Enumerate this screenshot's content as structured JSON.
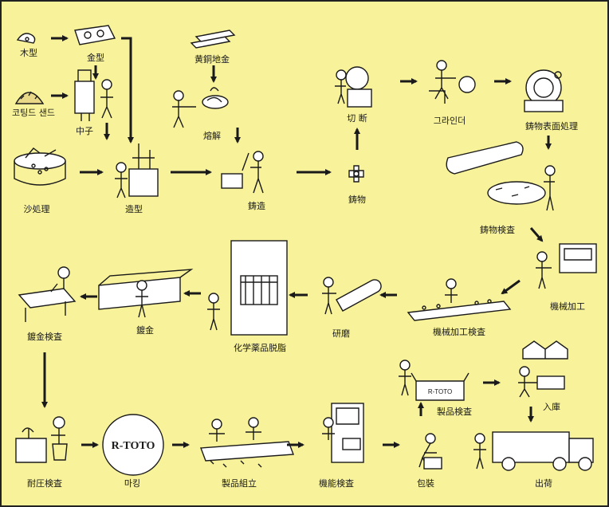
{
  "colors": {
    "background": "#f8f39a",
    "ink": "#1a1a1a",
    "accent": "#7a6a55"
  },
  "steps": {
    "wood_pattern": "木型",
    "metal_pattern": "金型",
    "coated_sand": "코팅드 샌드",
    "core": "中子",
    "sand_treatment": "沙処理",
    "molding": "造型",
    "brass_ingot": "黄銅地金",
    "melting": "熔解",
    "pouring": "鋳造",
    "cutting": "切 断",
    "grinder": "그라인더",
    "surface_treatment": "鋳物表面処理",
    "casting": "鋳物",
    "casting_inspection": "鋳物検査",
    "machining": "機械加工",
    "machining_inspection": "機械加工検査",
    "polishing": "研磨",
    "chemical_degreasing": "化学薬品脱脂",
    "plating": "鍍金",
    "plating_inspection": "鍍金検査",
    "pressure_test": "耐圧検査",
    "marking": "마킹",
    "assembly": "製品組立",
    "function_test": "機能検査",
    "packing": "包裝",
    "product_inspection": "製品検査",
    "warehousing": "入庫",
    "shipping": "出荷"
  },
  "marking_logo": "R-TOTO",
  "box_print": "R-TOTO",
  "icons": [
    "wood-pattern-icon",
    "metal-pattern-icon",
    "sand-pile-icon",
    "core-maker-icon",
    "sand-mixer-icon",
    "molding-machine-icon",
    "brass-bars-icon",
    "ladle-worker-icon",
    "pouring-worker-icon",
    "cutting-machine-icon",
    "grinder-worker-icon",
    "shot-blast-drum-icon",
    "casting-part-icon",
    "conveyor-inspection-icon",
    "machining-center-icon",
    "inspection-table-icon",
    "polishing-belt-icon",
    "degreasing-tank-icon",
    "plating-bath-icon",
    "plating-inspection-icon",
    "pressure-tester-icon",
    "marking-circle-icon",
    "assembly-workers-icon",
    "function-tester-icon",
    "packing-worker-icon",
    "product-box-icon",
    "warehouse-icon",
    "shipping-truck-icon"
  ]
}
